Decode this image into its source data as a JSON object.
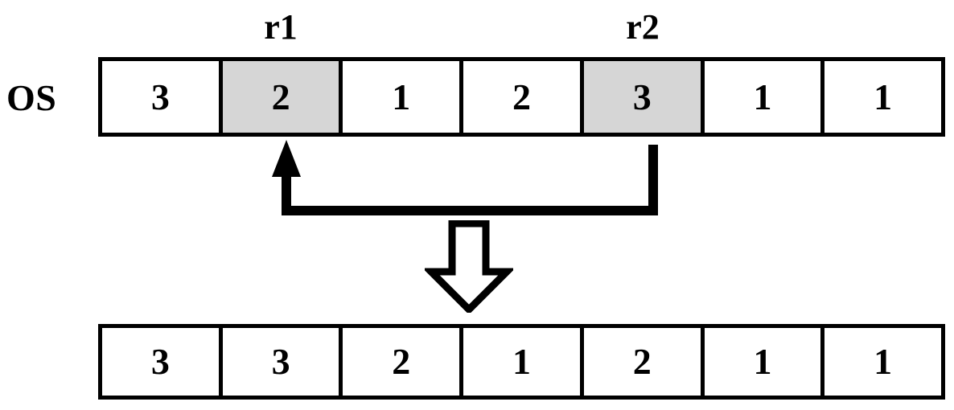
{
  "diagram": {
    "title_label": "OS",
    "pointers": [
      {
        "name": "r1",
        "label": "r1",
        "target_index": 1
      },
      {
        "name": "r2",
        "label": "r2",
        "target_index": 4
      }
    ],
    "top_array": {
      "label": "OS",
      "cells": [
        {
          "value": "3",
          "highlighted": false
        },
        {
          "value": "2",
          "highlighted": true
        },
        {
          "value": "1",
          "highlighted": false
        },
        {
          "value": "2",
          "highlighted": false
        },
        {
          "value": "3",
          "highlighted": true
        },
        {
          "value": "1",
          "highlighted": false
        },
        {
          "value": "1",
          "highlighted": false
        }
      ]
    },
    "bottom_array": {
      "label": "",
      "cells": [
        {
          "value": "3",
          "highlighted": false
        },
        {
          "value": "3",
          "highlighted": false
        },
        {
          "value": "2",
          "highlighted": false
        },
        {
          "value": "1",
          "highlighted": false
        },
        {
          "value": "2",
          "highlighted": false
        },
        {
          "value": "1",
          "highlighted": false
        },
        {
          "value": "1",
          "highlighted": false
        }
      ]
    },
    "swap_arrow": {
      "name": "swap-arrow",
      "from_index": 4,
      "to_index": 1,
      "direction": "right-to-left"
    },
    "transform_arrow": {
      "name": "transform-down-arrow",
      "direction": "down",
      "style": "hollow"
    },
    "colors": {
      "stroke": "#000000",
      "highlight_fill": "#d6d6d6",
      "cell_fill": "#ffffff",
      "background": "#ffffff"
    }
  }
}
